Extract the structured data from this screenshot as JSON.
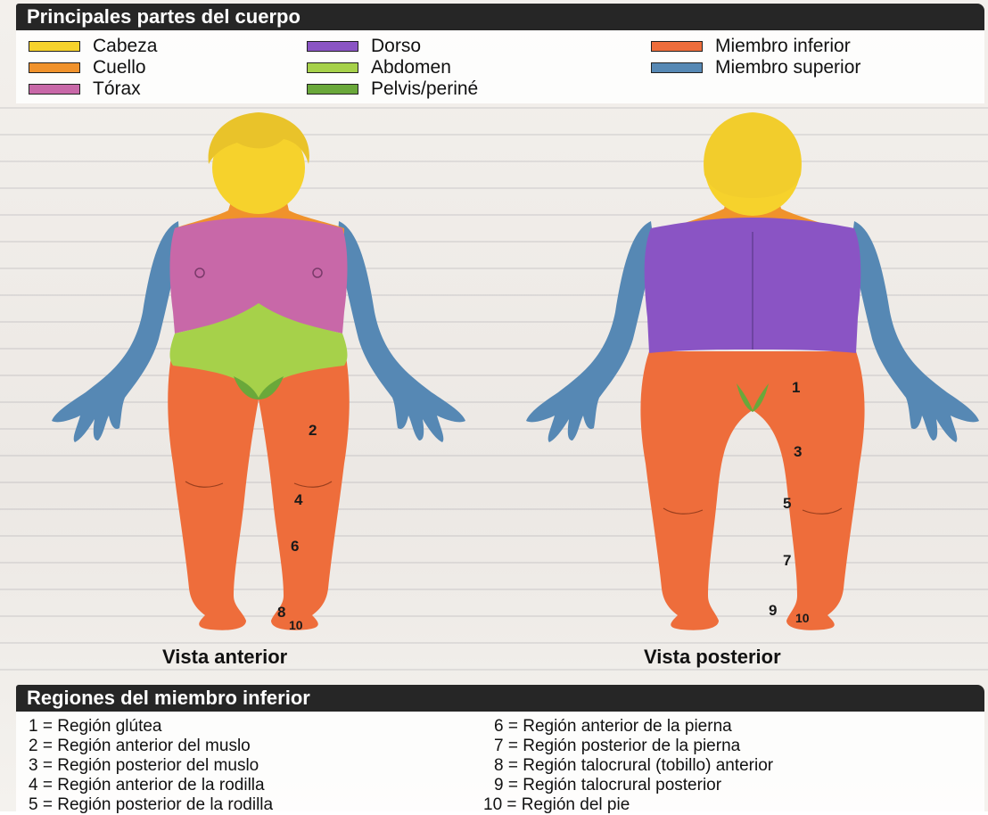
{
  "legend": {
    "title": "Principales partes del cuerpo",
    "items": [
      {
        "label": "Cabeza",
        "color": "#f6d22c"
      },
      {
        "label": "Cuello",
        "color": "#f0922c"
      },
      {
        "label": "Tórax",
        "color": "#c868a8"
      },
      {
        "label": "Dorso",
        "color": "#8a54c4"
      },
      {
        "label": "Abdomen",
        "color": "#a6d14a"
      },
      {
        "label": "Pelvis/periné",
        "color": "#6aa83a"
      },
      {
        "label": "Miembro inferior",
        "color": "#ee6d3b"
      },
      {
        "label": "Miembro superior",
        "color": "#5688b4"
      }
    ]
  },
  "figures": {
    "anterior_label": "Vista anterior",
    "posterior_label": "Vista posterior",
    "anterior_numbers": [
      "2",
      "4",
      "6",
      "8",
      "10"
    ],
    "posterior_numbers": [
      "1",
      "3",
      "5",
      "7",
      "9",
      "10"
    ]
  },
  "regions": {
    "title": "Regiones del miembro inferior",
    "items": [
      "1 = Región glútea",
      "2 = Región anterior del muslo",
      "3 = Región posterior del muslo",
      "4 = Región anterior de la rodilla",
      "5 = Región posterior de la rodilla",
      "6 = Región anterior de la pierna",
      "7 = Región posterior de la pierna",
      "8 = Región talocrural (tobillo) anterior",
      "9 = Región talocrural posterior",
      "10 = Región del pie"
    ]
  }
}
